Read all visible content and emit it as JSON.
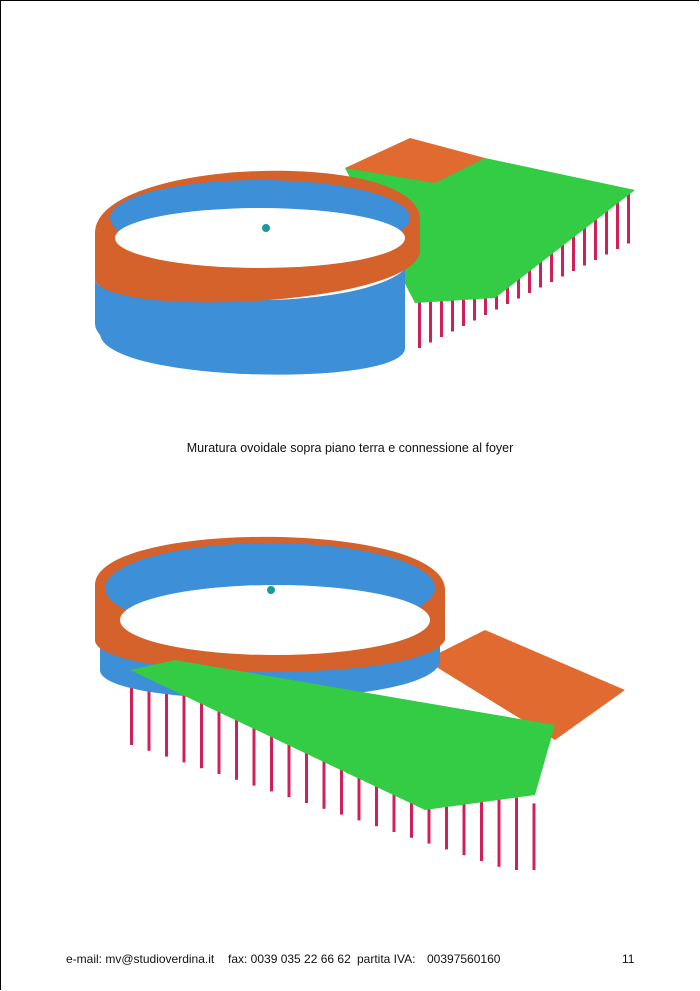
{
  "figures": [
    {
      "caption": "Muratura ovoidale sopra piano terra e connessione al foyer"
    },
    {
      "caption": ""
    }
  ],
  "footer": {
    "email": "e-mail: mv@studioverdina.it",
    "fax": "fax: 0039 035 22 66 62",
    "vat_label": "partita IVA:",
    "vat": "00397560160",
    "page_number": "11"
  },
  "colors": {
    "wall_outer": "#d4622a",
    "wall_inner": "#3d8fd8",
    "beam": "#33cc44",
    "post": "#d0205a",
    "beam_orange": "#e06a30"
  }
}
